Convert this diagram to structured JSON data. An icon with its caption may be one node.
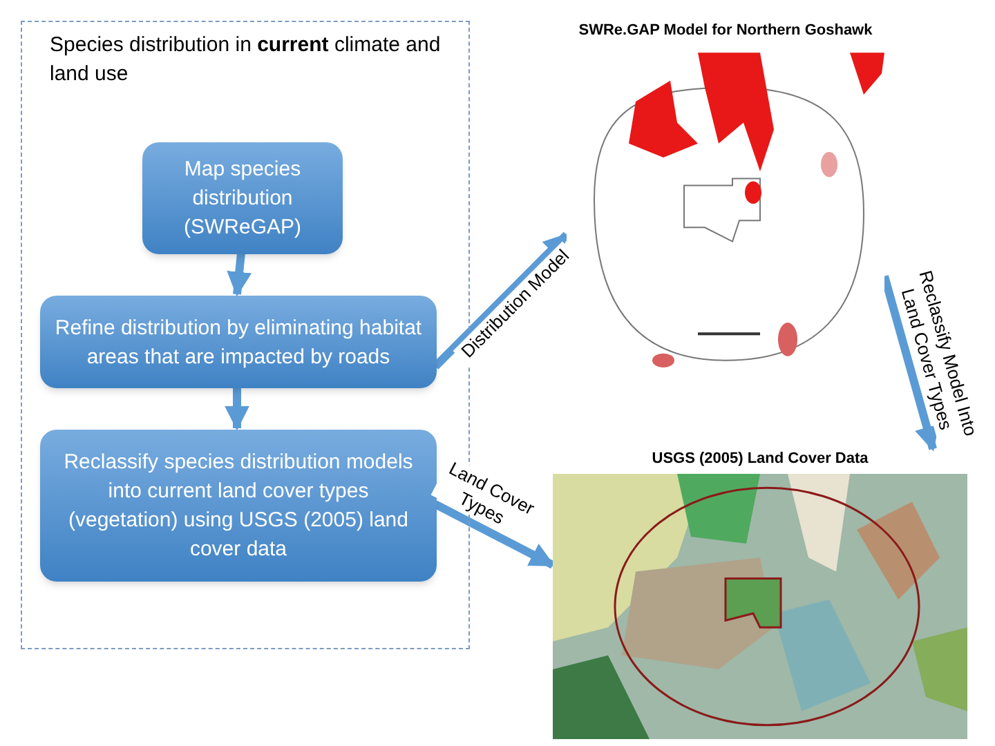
{
  "diagram": {
    "nodes": [
      {
        "text": [
          "Species distribution in **current** climate and land use"
        ]
      },
      {
        "text": [
          "Map species distribution (SWReGAP)"
        ],
        "in": 0
      },
      {
        "text": [
          "Refine distribution by eliminating habitat areas that are impacted by roads"
        ],
        "in": 0
      },
      {
        "text": [
          "Reclassify species distribution models into current land cover types (vegetation) using USGS (2005) land cover data"
        ],
        "in": 0
      },
      {
        "text": [
          "SWRe.GAP Model for Northern Goshawk"
        ]
      },
      {
        "text": [
          "USGS (2005) Land Cover Data"
        ]
      }
    ],
    "edges": [
      {
        "from": 1,
        "to": 2,
        "arrow": "to"
      },
      {
        "from": 2,
        "to": 3,
        "arrow": "to"
      },
      {
        "from": 2,
        "to": 4,
        "label": "Distribution Model",
        "arrow": "to"
      },
      {
        "from": 4,
        "to": 5,
        "label": "Reclassify Model Into Land Cover Types",
        "arrow": "to"
      },
      {
        "from": 3,
        "to": 5,
        "label": "Land Cover Types",
        "arrow": "to"
      }
    ]
  }
}
